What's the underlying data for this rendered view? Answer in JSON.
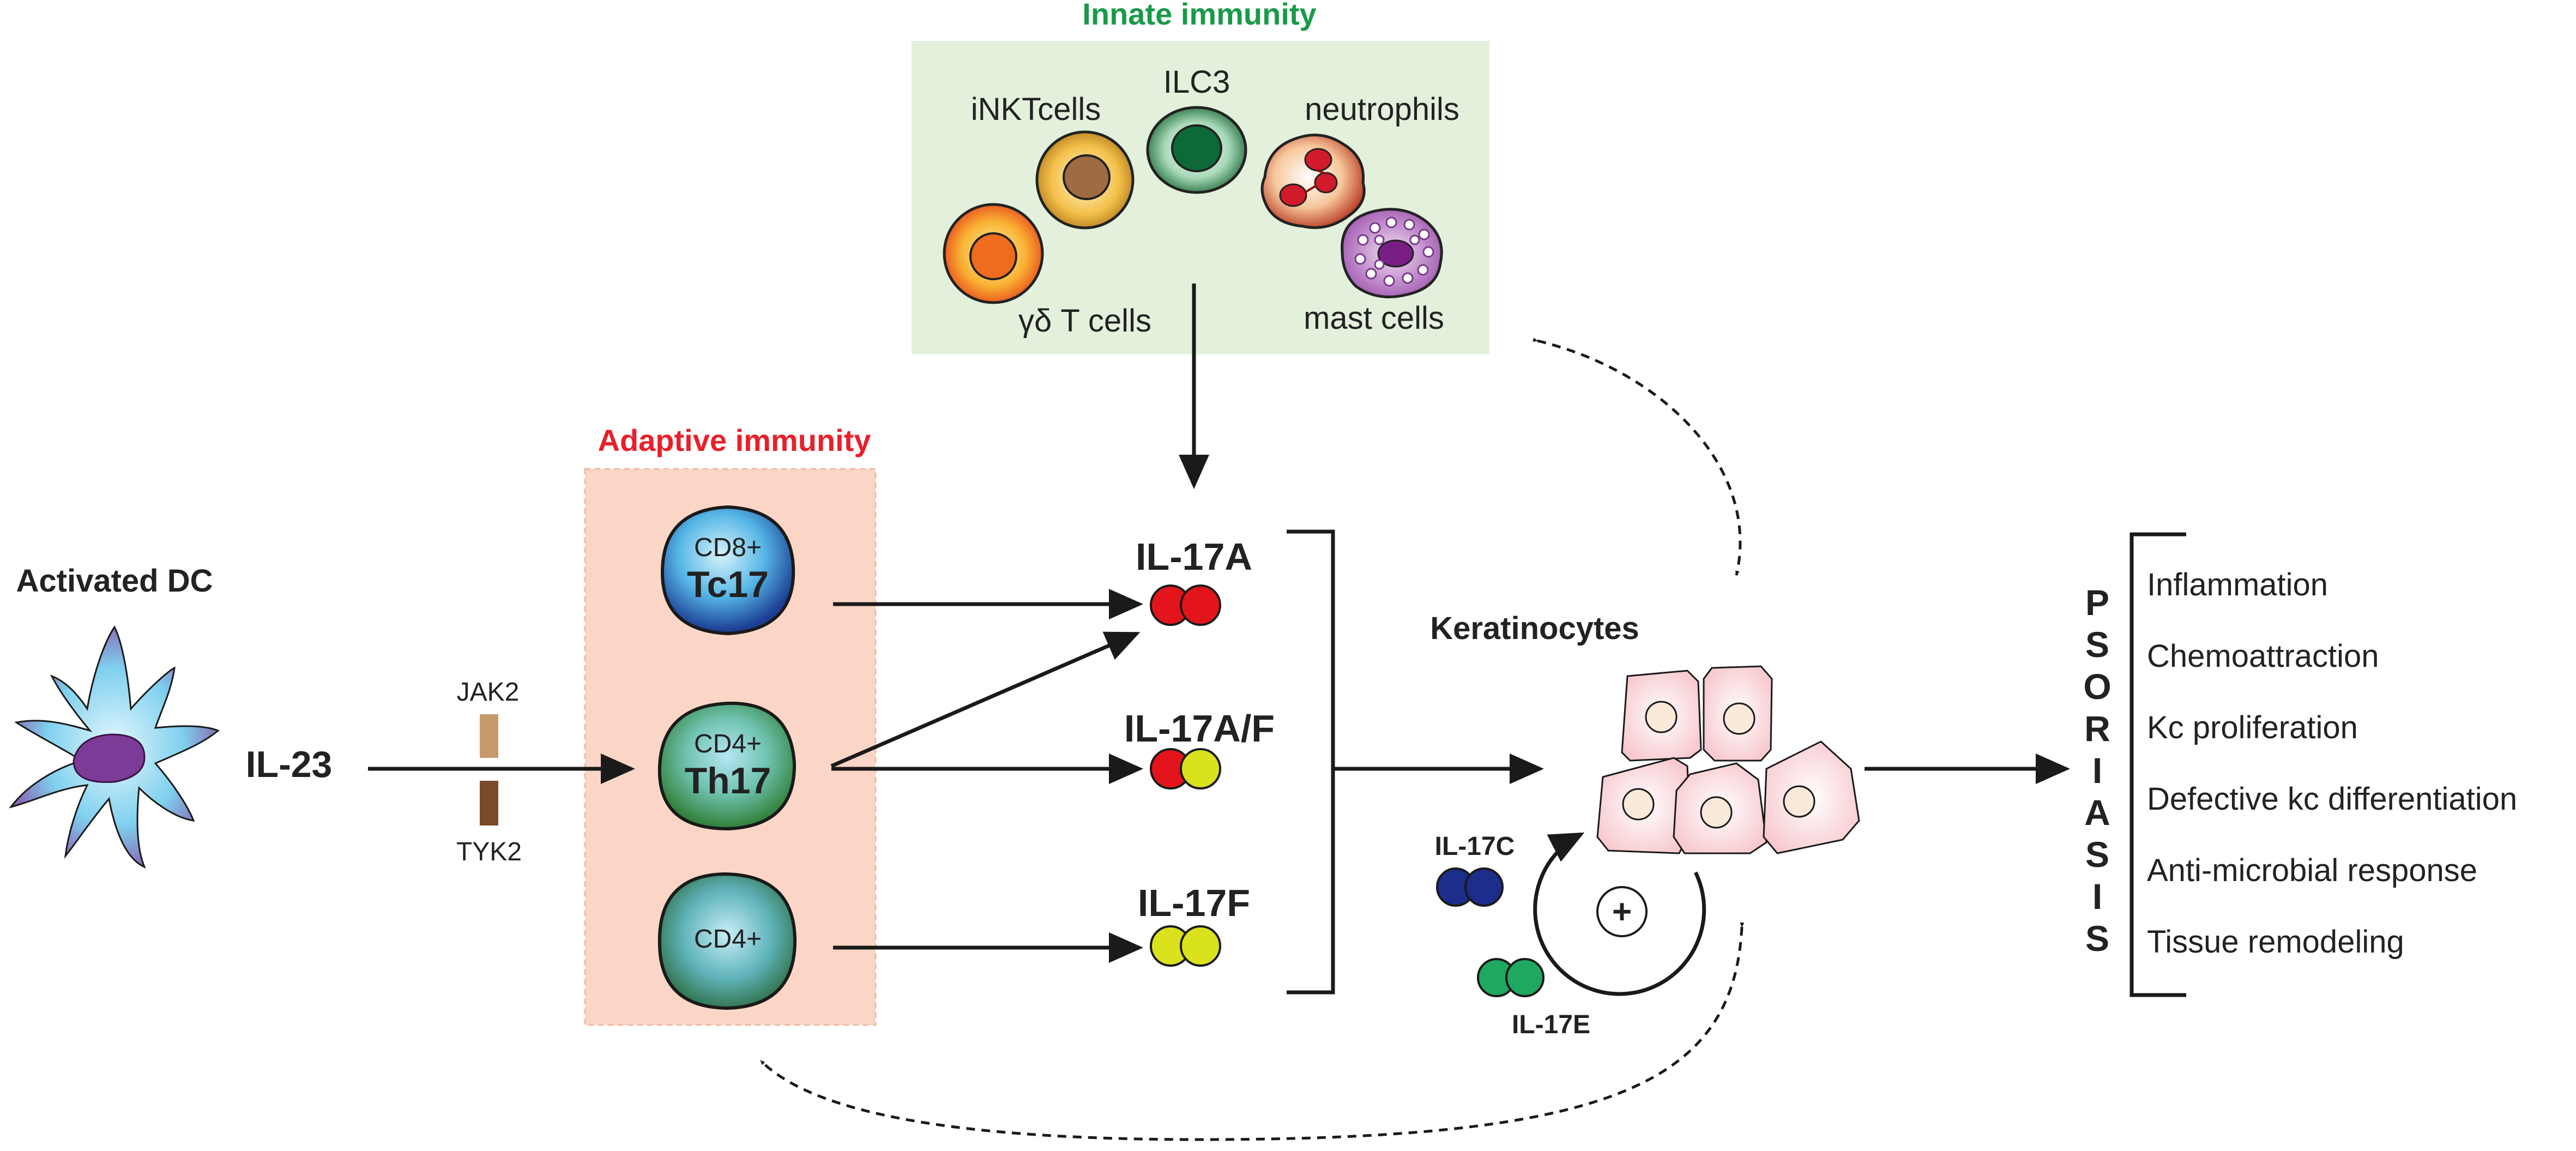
{
  "innate": {
    "title": "Innate immunity",
    "cells": {
      "inkt": "iNKTcells",
      "ilc3": "ILC3",
      "neutrophils": "neutrophils",
      "gd_t": "γδ T cells",
      "mast": "mast cells"
    }
  },
  "adaptive": {
    "title": "Adaptive immunity",
    "tc17": {
      "sup": "CD8+",
      "name": "Tc17"
    },
    "th17": {
      "sup": "CD4+",
      "name": "Th17"
    },
    "cd4": {
      "sup": "CD4+"
    }
  },
  "dc": {
    "label": "Activated DC",
    "cytokine": "IL-23"
  },
  "receptor": {
    "jak2": "JAK2",
    "tyk2": "TYK2"
  },
  "cytokines": {
    "il17a": "IL-17A",
    "il17af": "IL-17A/F",
    "il17f": "IL-17F"
  },
  "keratinocytes": {
    "label": "Keratinocytes",
    "il17c": "IL-17C",
    "il17e": "IL-17E",
    "loop_sign": "+"
  },
  "psoriasis": {
    "letters": [
      "P",
      "S",
      "O",
      "R",
      "I",
      "A",
      "S",
      "I",
      "S"
    ],
    "effects": [
      "Inflammation",
      "Chemoattraction",
      "Kc proliferation",
      "Defective kc differentiation",
      "Anti-microbial response",
      "Tissue remodeling"
    ]
  },
  "colors": {
    "innate_title": "#1a9a48",
    "adaptive_title": "#e8202a",
    "innate_bg": "#e3f0dc",
    "adaptive_bg": "#fbd6c6",
    "il17a_red": "#e3141b",
    "il17f_yellow": "#d9e21c",
    "il17c_blue": "#1c2d8c",
    "il17e_green": "#1ea860"
  }
}
